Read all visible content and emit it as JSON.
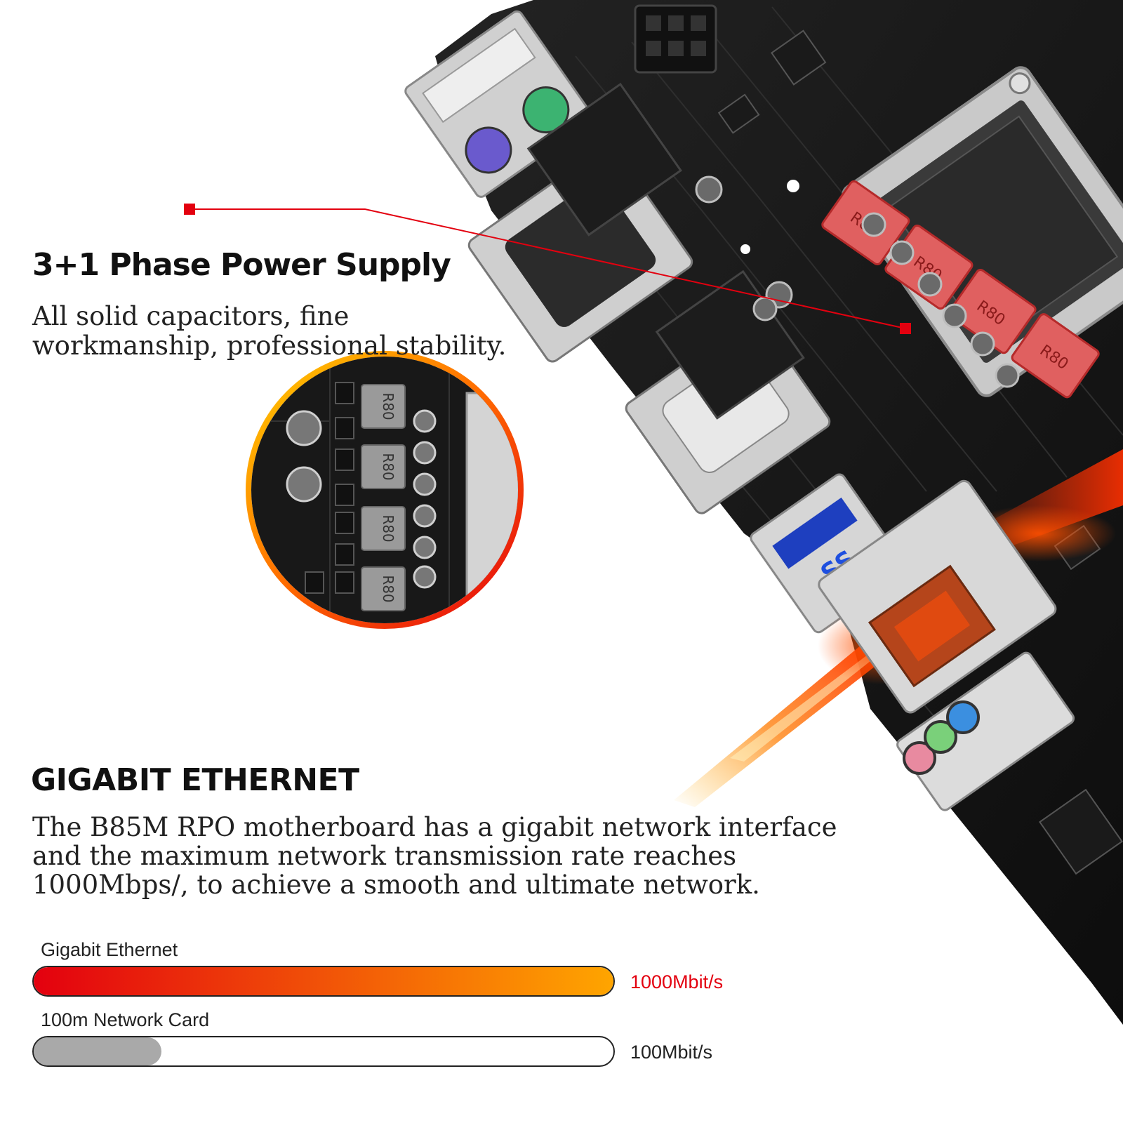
{
  "power_section": {
    "title": "3+1 Phase Power Supply",
    "description": "All solid capacitors, fine workmanship, professional stability."
  },
  "ethernet_section": {
    "title": "GIGABIT ETHERNET",
    "description": "The B85M RPO motherboard has a gigabit network interface and the maximum network transmission rate reaches 1000Mbps/, to achieve a smooth and ultimate network."
  },
  "board_markings": {
    "inductor_label": "R80",
    "usb_logo": "SS"
  },
  "speed_comparison": {
    "items": [
      {
        "label": "Gigabit Ethernet",
        "value_text": "1000Mbit/s",
        "fill_fraction": 1.0
      },
      {
        "label": "100m Network Card",
        "value_text": "100Mbit/s",
        "fill_fraction": 0.22
      }
    ]
  },
  "colors": {
    "accent_red": "#e3000f",
    "gradient_start": "#e3000f",
    "gradient_end": "#ffa500",
    "slow_bar_gray": "#a9a9a9",
    "pcb_black": "#141414",
    "inductor_gray": "#9a9a9a"
  }
}
